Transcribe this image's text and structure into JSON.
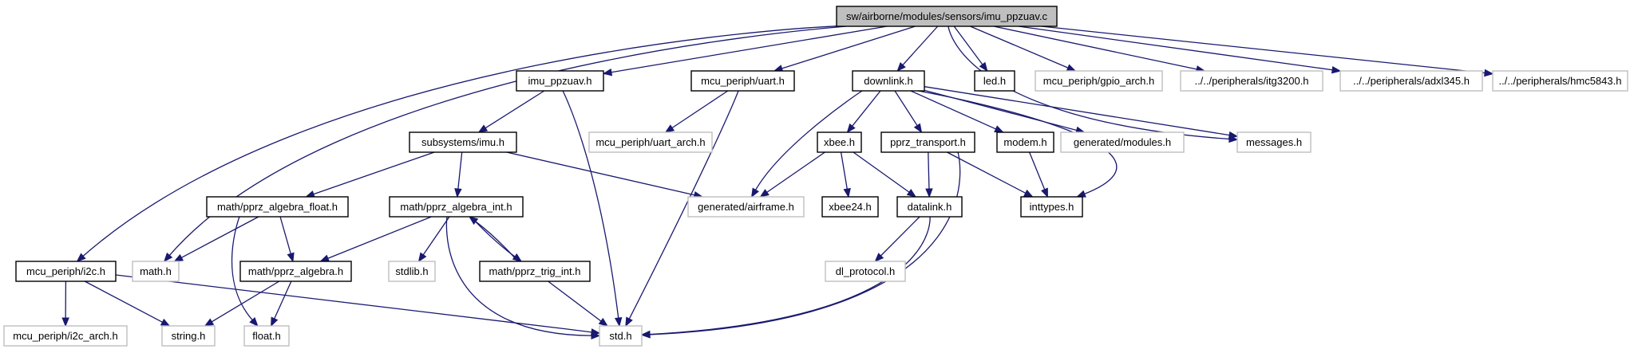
{
  "graph": {
    "root": "sw/airborne/modules/sensors/imu_ppzuav.c",
    "nodes": [
      {
        "id": "root",
        "label": "sw/airborne/modules/sensors/imu_ppzuav.c",
        "style": "root"
      },
      {
        "id": "imu_ppzuav_h",
        "label": "imu_ppzuav.h",
        "style": "normal"
      },
      {
        "id": "mcu_periph_uart_h",
        "label": "mcu_periph/uart.h",
        "style": "normal"
      },
      {
        "id": "downlink_h",
        "label": "downlink.h",
        "style": "normal"
      },
      {
        "id": "led_h",
        "label": "led.h",
        "style": "normal"
      },
      {
        "id": "gpio_arch_h",
        "label": "mcu_periph/gpio_arch.h",
        "style": "external"
      },
      {
        "id": "itg3200_h",
        "label": "../../peripherals/itg3200.h",
        "style": "external"
      },
      {
        "id": "adxl345_h",
        "label": "../../peripherals/adxl345.h",
        "style": "external"
      },
      {
        "id": "hmc5843_h",
        "label": "../../peripherals/hmc5843.h",
        "style": "external"
      },
      {
        "id": "uart_arch_h",
        "label": "mcu_periph/uart_arch.h",
        "style": "external"
      },
      {
        "id": "subsystems_imu_h",
        "label": "subsystems/imu.h",
        "style": "normal"
      },
      {
        "id": "xbee_h",
        "label": "xbee.h",
        "style": "normal"
      },
      {
        "id": "pprz_transport_h",
        "label": "pprz_transport.h",
        "style": "normal"
      },
      {
        "id": "modem_h",
        "label": "modem.h",
        "style": "normal"
      },
      {
        "id": "generated_modules_h",
        "label": "generated/modules.h",
        "style": "external"
      },
      {
        "id": "messages_h",
        "label": "messages.h",
        "style": "external"
      },
      {
        "id": "pprz_algebra_float_h",
        "label": "math/pprz_algebra_float.h",
        "style": "normal"
      },
      {
        "id": "pprz_algebra_int_h",
        "label": "math/pprz_algebra_int.h",
        "style": "normal"
      },
      {
        "id": "generated_airframe_h",
        "label": "generated/airframe.h",
        "style": "external"
      },
      {
        "id": "xbee24_h",
        "label": "xbee24.h",
        "style": "normal"
      },
      {
        "id": "datalink_h",
        "label": "datalink.h",
        "style": "normal"
      },
      {
        "id": "inttypes_h",
        "label": "inttypes.h",
        "style": "normal"
      },
      {
        "id": "mcu_periph_i2c_h",
        "label": "mcu_periph/i2c.h",
        "style": "normal"
      },
      {
        "id": "math_h",
        "label": "math.h",
        "style": "external"
      },
      {
        "id": "pprz_algebra_h",
        "label": "math/pprz_algebra.h",
        "style": "normal"
      },
      {
        "id": "stdlib_h",
        "label": "stdlib.h",
        "style": "external"
      },
      {
        "id": "pprz_trig_int_h",
        "label": "math/pprz_trig_int.h",
        "style": "normal"
      },
      {
        "id": "dl_protocol_h",
        "label": "dl_protocol.h",
        "style": "external"
      },
      {
        "id": "i2c_arch_h",
        "label": "mcu_periph/i2c_arch.h",
        "style": "external"
      },
      {
        "id": "string_h",
        "label": "string.h",
        "style": "external"
      },
      {
        "id": "float_h",
        "label": "float.h",
        "style": "external"
      },
      {
        "id": "std_h",
        "label": "std.h",
        "style": "external"
      }
    ],
    "edges": [
      [
        "root",
        "imu_ppzuav_h"
      ],
      [
        "root",
        "mcu_periph_uart_h"
      ],
      [
        "root",
        "downlink_h"
      ],
      [
        "root",
        "led_h"
      ],
      [
        "root",
        "gpio_arch_h"
      ],
      [
        "root",
        "itg3200_h"
      ],
      [
        "root",
        "adxl345_h"
      ],
      [
        "root",
        "hmc5843_h"
      ],
      [
        "root",
        "messages_h"
      ],
      [
        "root",
        "math_h"
      ],
      [
        "root",
        "mcu_periph_i2c_h"
      ],
      [
        "imu_ppzuav_h",
        "subsystems_imu_h"
      ],
      [
        "imu_ppzuav_h",
        "std_h"
      ],
      [
        "mcu_periph_uart_h",
        "uart_arch_h"
      ],
      [
        "mcu_periph_uart_h",
        "std_h"
      ],
      [
        "downlink_h",
        "xbee_h"
      ],
      [
        "downlink_h",
        "pprz_transport_h"
      ],
      [
        "downlink_h",
        "modem_h"
      ],
      [
        "downlink_h",
        "generated_modules_h"
      ],
      [
        "downlink_h",
        "messages_h"
      ],
      [
        "downlink_h",
        "generated_airframe_h"
      ],
      [
        "downlink_h",
        "inttypes_h"
      ],
      [
        "subsystems_imu_h",
        "pprz_algebra_float_h"
      ],
      [
        "subsystems_imu_h",
        "pprz_algebra_int_h"
      ],
      [
        "subsystems_imu_h",
        "generated_airframe_h"
      ],
      [
        "xbee_h",
        "generated_airframe_h"
      ],
      [
        "xbee_h",
        "xbee24_h"
      ],
      [
        "xbee_h",
        "datalink_h"
      ],
      [
        "pprz_transport_h",
        "datalink_h"
      ],
      [
        "pprz_transport_h",
        "inttypes_h"
      ],
      [
        "pprz_transport_h",
        "std_h"
      ],
      [
        "modem_h",
        "inttypes_h"
      ],
      [
        "datalink_h",
        "dl_protocol_h"
      ],
      [
        "datalink_h",
        "std_h"
      ],
      [
        "pprz_algebra_float_h",
        "math_h"
      ],
      [
        "pprz_algebra_float_h",
        "pprz_algebra_h"
      ],
      [
        "pprz_algebra_float_h",
        "float_h"
      ],
      [
        "pprz_algebra_int_h",
        "pprz_algebra_h"
      ],
      [
        "pprz_algebra_int_h",
        "stdlib_h"
      ],
      [
        "pprz_algebra_int_h",
        "pprz_trig_int_h"
      ],
      [
        "pprz_algebra_int_h",
        "std_h"
      ],
      [
        "pprz_trig_int_h",
        "pprz_algebra_int_h"
      ],
      [
        "pprz_trig_int_h",
        "std_h"
      ],
      [
        "pprz_algebra_h",
        "string_h"
      ],
      [
        "pprz_algebra_h",
        "float_h"
      ],
      [
        "mcu_periph_i2c_h",
        "i2c_arch_h"
      ],
      [
        "mcu_periph_i2c_h",
        "string_h"
      ],
      [
        "mcu_periph_i2c_h",
        "std_h"
      ]
    ],
    "colors": {
      "edge": "#191970",
      "root_fill": "#bfbfbf",
      "border": "#000000",
      "external_border": "#bfbfbf",
      "background": "#ffffff"
    }
  }
}
